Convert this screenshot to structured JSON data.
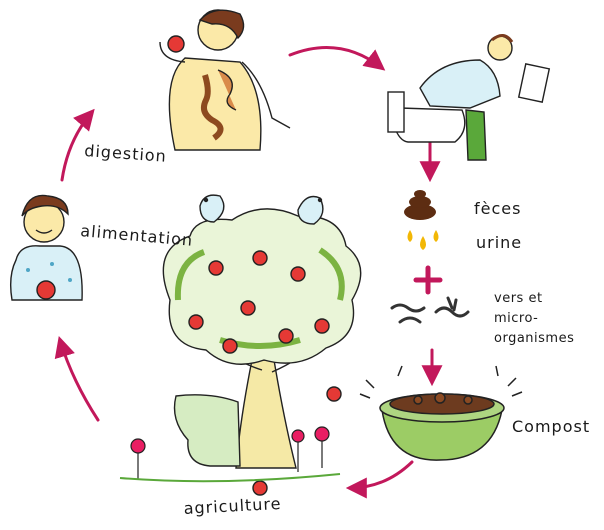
{
  "labels": {
    "digestion": "digestion",
    "alimentation": "alimentation",
    "feces": "fèces",
    "urine": "urine",
    "vers_line1": "vers et",
    "vers_line2": "micro-",
    "vers_line3": "organismes",
    "compost": "Compost",
    "agriculture": "agriculture"
  },
  "colors": {
    "arrow": "#c2185b",
    "plus": "#c2185b",
    "skin": "#fbe9a8",
    "hair": "#7a3b1e",
    "apple": "#e53935",
    "leaf": "#7cb342",
    "trunk": "#f5e9a6",
    "bowl": "#9ccc65",
    "compost": "#6d3b1f",
    "feces": "#5d2d12",
    "urine": "#f2b705",
    "shirt": "#d9f0f7",
    "dots": "#4fa6c6",
    "flower": "#e91e63"
  },
  "icons": [
    "person-eating-icon",
    "toilet-person-icon",
    "feces-icon",
    "urine-drops-icon",
    "plus-icon",
    "worms-icon",
    "compost-bowl-icon",
    "apple-tree-icon",
    "birds-icon",
    "flowers-icon",
    "woman-holding-apple-icon"
  ]
}
